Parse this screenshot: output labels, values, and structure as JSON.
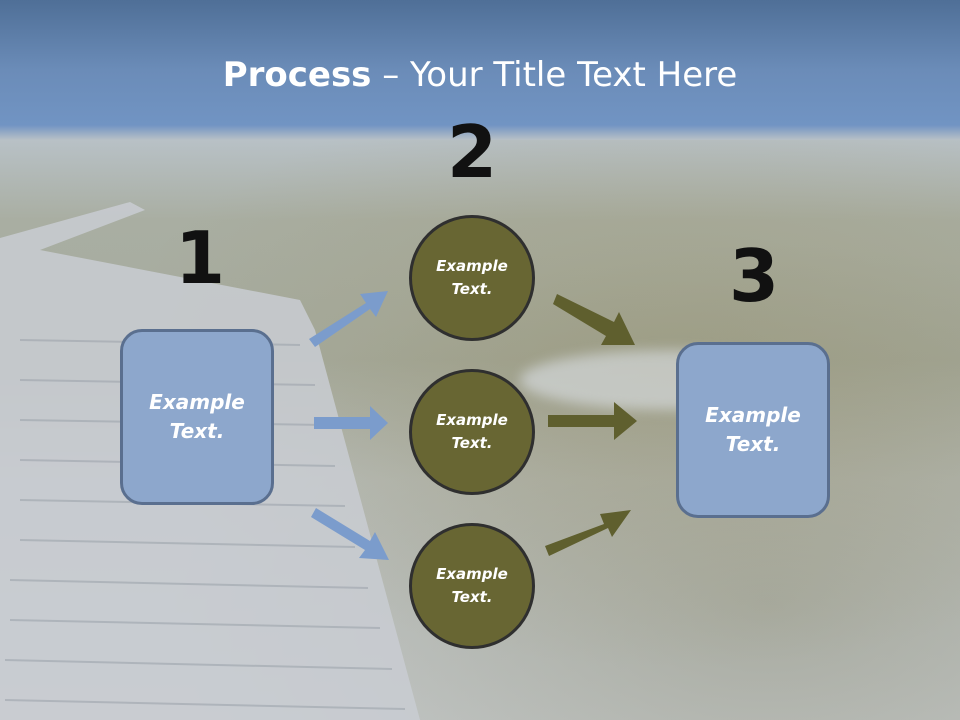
{
  "slide": {
    "title_bold": "Process",
    "title_rest": " – Your Title Text Here",
    "step_numbers": [
      "1",
      "2",
      "3"
    ],
    "start_box": {
      "text": "Example Text."
    },
    "middle_circles": [
      {
        "text": "Example Text."
      },
      {
        "text": "Example Text."
      },
      {
        "text": "Example Text."
      }
    ],
    "end_box": {
      "text": "Example Text."
    }
  },
  "colors": {
    "box_fill": "#8da7cc",
    "box_border": "#5a6f8f",
    "circle_fill": "#686633",
    "circle_border": "#2f2f2f",
    "blue_arrow": "#7b9ccc",
    "olive_arrow": "#5f5f2e",
    "title_bar": "#6b8cb8"
  }
}
